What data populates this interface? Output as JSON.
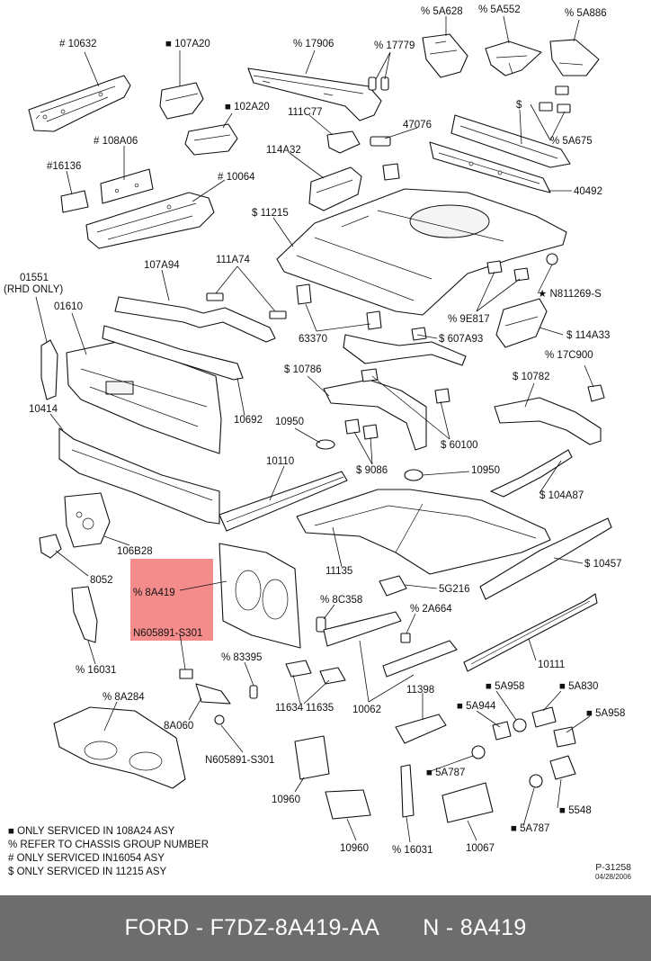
{
  "diagram": {
    "labels": {
      "p10632": "# 10632",
      "p107a20": "■ 107A20",
      "p17906": "% 17906",
      "p17779": "% 17779",
      "p5a628": "% 5A628",
      "p5a552": "% 5A552",
      "p5a886": "% 5A886",
      "p102a20": "■ 102A20",
      "p111c77": "111C77",
      "p47076": "47076",
      "p108a06": "# 108A06",
      "p114a32": "114A32",
      "p5a675s": "$",
      "p5a675": "% 5A675",
      "p16136": "#16136",
      "p10064": "# 10064",
      "p11215": "$ 11215",
      "p40492": "40492",
      "p01551": "01551",
      "p01551b": "(RHD ONLY)",
      "p107a94": "107A94",
      "p111a74": "111A74",
      "pn811269": "★ N811269-S",
      "p01610": "01610",
      "p9e817": "% 9E817",
      "p114a33": "$ 114A33",
      "p63370": "63370",
      "p607a93": "$ 607A93",
      "p17c900": "% 17C900",
      "p10786": "$ 10786",
      "p10782": "$ 10782",
      "p10414": "10414",
      "p10692": "10692",
      "p10950a": "10950",
      "p60100": "$ 60100",
      "p10110": "10110",
      "p9086": "$ 9086",
      "p10950b": "10950",
      "p104a87": "$ 104A87",
      "p106b28": "106B28",
      "p11135": "11135",
      "p10457": "$ 10457",
      "p8052": "8052",
      "p8a419": "% 8A419",
      "pn605891a": "N605891-S301",
      "p5g216": "5G216",
      "p8c358": "% 8C358",
      "p2a664": "% 2A664",
      "p16031a": "% 16031",
      "p83395": "% 83395",
      "p10111": "10111",
      "p8a284": "% 8A284",
      "p11398": "11398",
      "p5a958a": "■ 5A958",
      "p5a830": "■ 5A830",
      "p5a944": "■ 5A944",
      "p5a958b": "■ 5A958",
      "p11634": "11634",
      "p11635": "11635",
      "p10062": "10062",
      "p8a060": "8A060",
      "pn605891b": "N605891-S301",
      "p5a787a": "■ 5A787",
      "p10960a": "10960",
      "p5548": "■ 5548",
      "p5a787b": "■ 5A787",
      "p10960b": "10960",
      "p16031b": "% 16031",
      "p10067": "10067"
    },
    "legend": [
      "■ ONLY SERVICED IN 108A24 ASY",
      "% REFER TO CHASSIS GROUP NUMBER",
      "# ONLY SERVICED IN16054 ASY",
      "$ ONLY SERVICED IN 11215 ASY"
    ],
    "drawing_number": "P-31258",
    "drawing_date": "04/28/2006",
    "highlight_color": "#f47f80"
  },
  "footer": {
    "brand_part": "FORD - F7DZ-8A419-AA",
    "part_number": "N - 8A419"
  }
}
